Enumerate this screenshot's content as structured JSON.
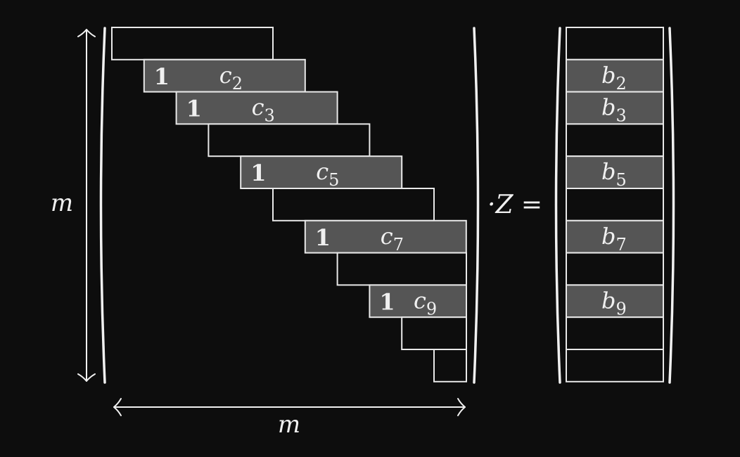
{
  "dimension_label_rows": "m",
  "dimension_label_cols": "m",
  "operator_text": "·Z =",
  "matrix_rows": [
    {
      "filled": false,
      "one": "",
      "c_base": "",
      "c_sub": ""
    },
    {
      "filled": true,
      "one": "1",
      "c_base": "c",
      "c_sub": "2"
    },
    {
      "filled": true,
      "one": "1",
      "c_base": "c",
      "c_sub": "3"
    },
    {
      "filled": false,
      "one": "",
      "c_base": "",
      "c_sub": ""
    },
    {
      "filled": true,
      "one": "1",
      "c_base": "c",
      "c_sub": "5"
    },
    {
      "filled": false,
      "one": "",
      "c_base": "",
      "c_sub": ""
    },
    {
      "filled": true,
      "one": "1",
      "c_base": "c",
      "c_sub": "7"
    },
    {
      "filled": false,
      "one": "",
      "c_base": "",
      "c_sub": ""
    },
    {
      "filled": true,
      "one": "1",
      "c_base": "c",
      "c_sub": "9"
    },
    {
      "filled": false,
      "one": "",
      "c_base": "",
      "c_sub": ""
    },
    {
      "filled": false,
      "one": "",
      "c_base": "",
      "c_sub": ""
    }
  ],
  "vector_rows": [
    {
      "filled": false,
      "b_base": "",
      "b_sub": ""
    },
    {
      "filled": true,
      "b_base": "b",
      "b_sub": "2"
    },
    {
      "filled": true,
      "b_base": "b",
      "b_sub": "3"
    },
    {
      "filled": false,
      "b_base": "",
      "b_sub": ""
    },
    {
      "filled": true,
      "b_base": "b",
      "b_sub": "5"
    },
    {
      "filled": false,
      "b_base": "",
      "b_sub": ""
    },
    {
      "filled": true,
      "b_base": "b",
      "b_sub": "7"
    },
    {
      "filled": false,
      "b_base": "",
      "b_sub": ""
    },
    {
      "filled": true,
      "b_base": "b",
      "b_sub": "9"
    },
    {
      "filled": false,
      "b_base": "",
      "b_sub": ""
    },
    {
      "filled": false,
      "b_base": "",
      "b_sub": ""
    }
  ]
}
